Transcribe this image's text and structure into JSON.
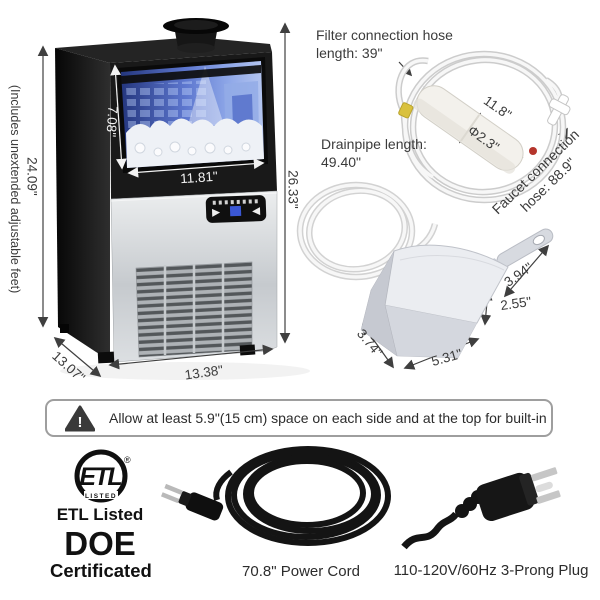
{
  "machine_dimensions": {
    "overall_height": "24.09\"",
    "overall_height_note": "(Includes unextended adjustable feet)",
    "window_height": "7.08\"",
    "window_width": "11.81\"",
    "total_height": "26.33\"",
    "depth": "13.07\"",
    "width": "13.38\""
  },
  "hoses": {
    "filter_hose_label": "Filter connection hose length: 39\"",
    "filter_length": "11.8\"",
    "filter_diameter": "Φ2.3\"",
    "faucet_hose_label": "Faucet connection hose: 88.9\"",
    "drainpipe_label": "Drainpipe length: 49.40\""
  },
  "scoop": {
    "handle_length": "3.94\"",
    "height": "2.55\"",
    "side_width": "3.74\"",
    "width": "5.31\""
  },
  "warning": {
    "icon": "alert-triangle",
    "exclaim": "!",
    "text": "Allow at least 5.9\"(15 cm) space on each side and at the top for built-in"
  },
  "certifications": {
    "etl_logo_text": "ETL",
    "etl_logo_listed": "LISTED",
    "etl_logo_reg": "®",
    "etl_caption": "ETL Listed",
    "doe": "DOE",
    "doe_caption": "Certificated"
  },
  "power": {
    "cord_caption": "70.8\" Power Cord",
    "plug_caption": "110-120V/60Hz 3-Prong Plug"
  },
  "colors": {
    "window_blue": "#5d77cf",
    "steel": "#c6cace",
    "dimension_line": "#3f3f3f",
    "warning_border": "#9e9e9e"
  }
}
